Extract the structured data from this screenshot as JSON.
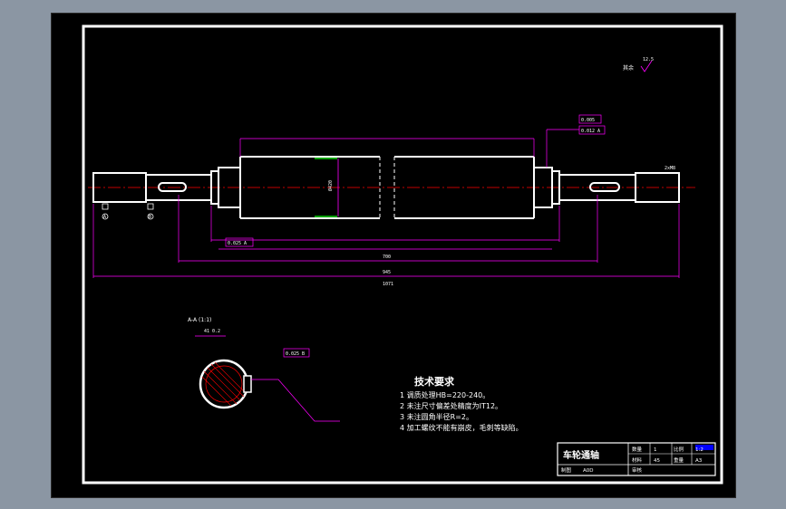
{
  "tech_requirements": {
    "title": "技术要求",
    "items": [
      "1 调质处理HB=220-240。",
      "2 未注尺寸偏差处精度为IT12。",
      "3 未注圆角半径R=2。",
      "4 加工螺纹不能有崩皮，毛刺等缺陷。"
    ]
  },
  "section_view": {
    "label": "A-A (1:1)",
    "dim_top": "41 0.2"
  },
  "surface_note": {
    "label": "其余",
    "value": "12.5"
  },
  "tolerance_frames": {
    "top_right_1": "0.005",
    "top_right_2": "0.012 A",
    "bottom_left": "0.025 A",
    "section": "0.025 B"
  },
  "dimensions": {
    "total_length": "1071",
    "length_1": "945",
    "length_2": "700",
    "center_dia": "Ø420",
    "thread": "2xM8"
  },
  "datum_labels": {
    "a": "A",
    "b": "B"
  },
  "title_block": {
    "part_name": "车轮通轴",
    "qty_label": "数量",
    "qty_value": "1",
    "scale_label": "比例",
    "scale_value": "1:2",
    "material_label": "材料",
    "material_value": "45",
    "weight_label": "重量",
    "sheet_value": "A3",
    "drawn_label": "制图",
    "drawn_value": "A0D",
    "checked_label": "审核"
  },
  "colors": {
    "background": "#000000",
    "outline": "#ffffff",
    "dimension": "#ff00ff",
    "hatch": "#ff0000",
    "centerline": "#ff0000",
    "highlight": "#00ff00",
    "titleblock_accent": "#0000ff"
  }
}
